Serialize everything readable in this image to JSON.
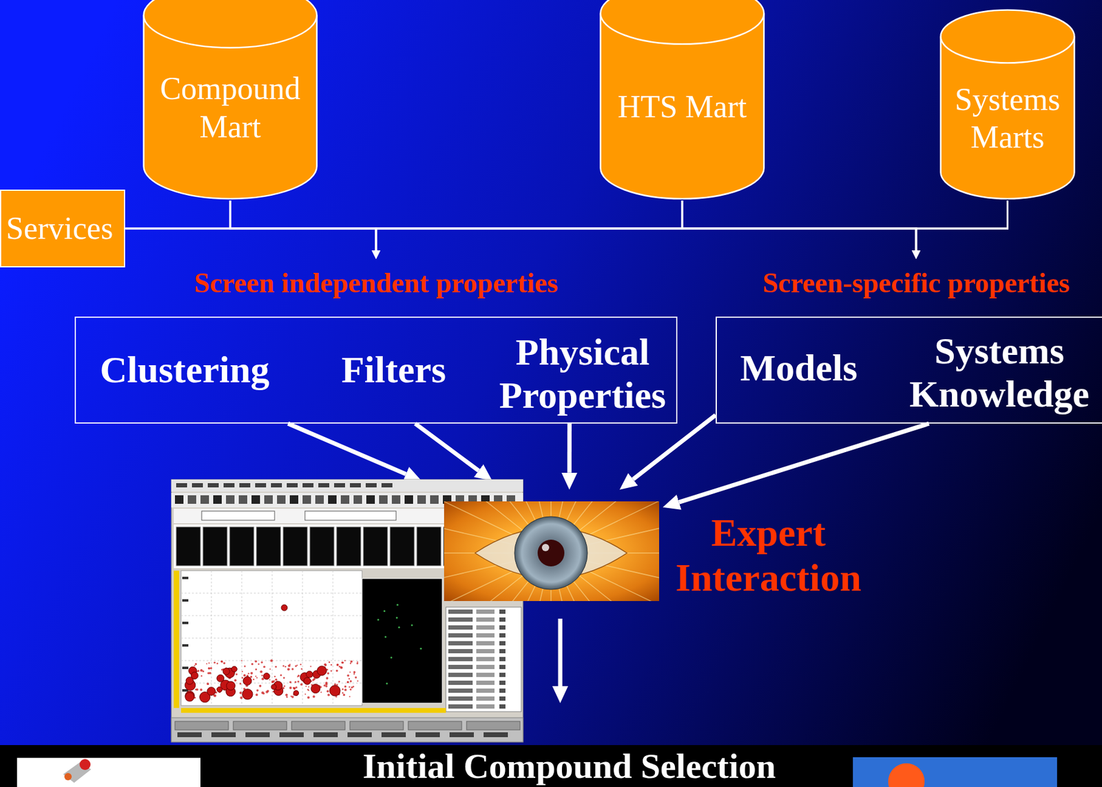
{
  "diagram": {
    "nodes": [
      {
        "text": [
          "Compound Mart"
        ]
      },
      {
        "text": [
          "HTS Mart"
        ]
      },
      {
        "text": [
          "Systems Marts"
        ]
      },
      {
        "text": [
          "Services"
        ]
      },
      {
        "text": [
          "Screen independent properties"
        ]
      },
      {
        "text": [
          "Clustering"
        ],
        "in": 4
      },
      {
        "text": [
          "Filters"
        ],
        "in": 4
      },
      {
        "text": [
          "Physical Properties"
        ],
        "in": 4
      },
      {
        "text": [
          "Screen-specific properties"
        ]
      },
      {
        "text": [
          "Models"
        ],
        "in": 8
      },
      {
        "text": [
          "Systems Knowledge"
        ],
        "in": 8
      },
      {
        "text": [
          "Expert Interaction"
        ]
      },
      {
        "text": [
          "Initial Compound Selection"
        ]
      }
    ],
    "edges": [
      {
        "from": 0,
        "to": 4,
        "arrow": "to"
      },
      {
        "from": 0,
        "to": 8,
        "arrow": "to"
      },
      {
        "from": 1,
        "to": 4,
        "arrow": "to"
      },
      {
        "from": 1,
        "to": 8,
        "arrow": "to"
      },
      {
        "from": 2,
        "to": 4,
        "arrow": "to"
      },
      {
        "from": 2,
        "to": 8,
        "arrow": "to"
      },
      {
        "from": 3,
        "to": 4,
        "arrow": "to"
      },
      {
        "from": 3,
        "to": 8,
        "arrow": "to"
      },
      {
        "from": 5,
        "to": 11,
        "arrow": "to"
      },
      {
        "from": 6,
        "to": 11,
        "arrow": "to"
      },
      {
        "from": 7,
        "to": 11,
        "arrow": "to"
      },
      {
        "from": 9,
        "to": 11,
        "arrow": "to"
      },
      {
        "from": 10,
        "to": 11,
        "arrow": "to"
      },
      {
        "from": 11,
        "to": 12,
        "arrow": "to"
      }
    ]
  }
}
